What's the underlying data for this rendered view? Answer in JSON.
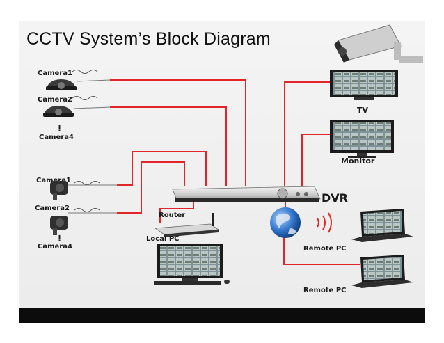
{
  "title": "CCTV System’s Block Diagram",
  "colors": {
    "link": "#e0262a",
    "background": "#efefef",
    "bottom_bar": "#0c0c0c"
  },
  "labels": {
    "group1_camera1": "Camera1",
    "group1_camera2": "Camera2",
    "group1_ellipsis": "⋮",
    "group1_camera4": "Camera4",
    "group2_camera1": "Camera1",
    "group2_camera2": "Camera2",
    "group2_ellipsis": "⋮",
    "group2_camera4": "Camera4",
    "tv": "TV",
    "monitor": "Monitor",
    "dvr": "DVR",
    "router": "Router",
    "local_pc": "Local PC",
    "remote_pc_1": "Remote PC",
    "remote_pc_2": "Remote PC"
  },
  "icons": [
    "dome-camera-icon",
    "bullet-camera-icon",
    "tv-icon",
    "monitor-icon",
    "dvr-icon",
    "router-icon",
    "local-pc-icon",
    "globe-icon",
    "wireless-signal-icon",
    "laptop-icon",
    "cctv-camera-icon"
  ]
}
